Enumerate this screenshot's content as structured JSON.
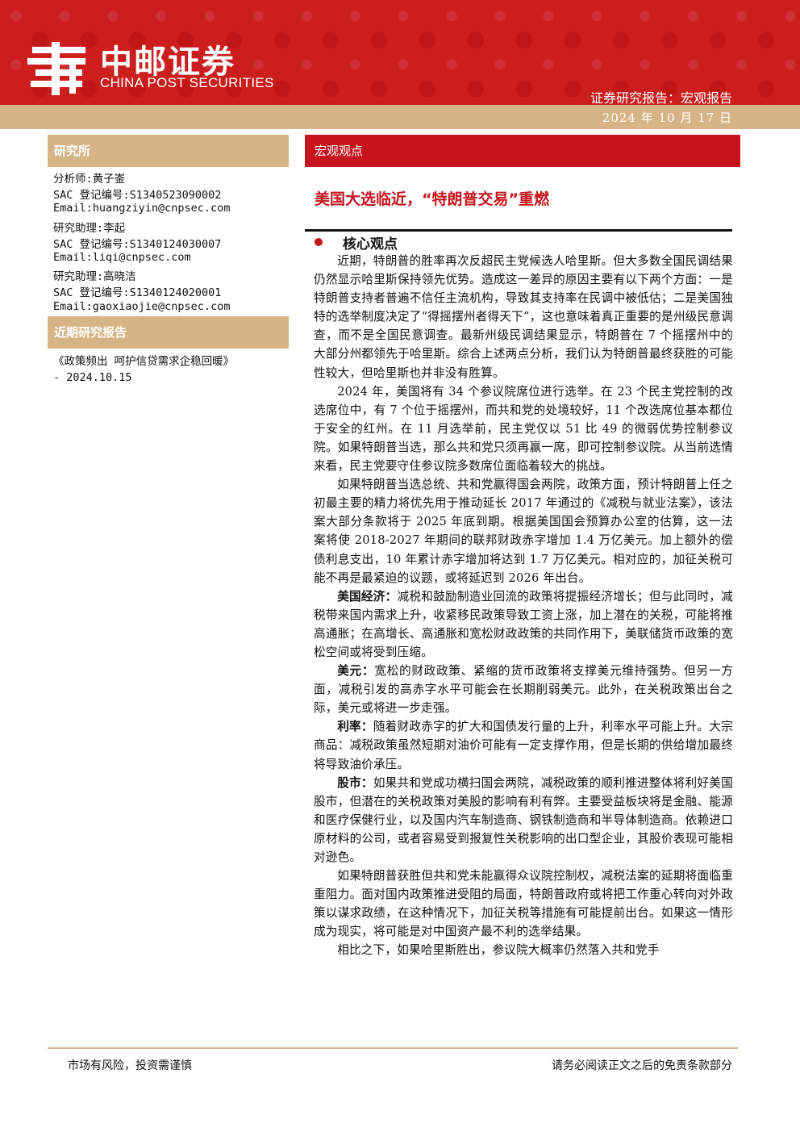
{
  "header": {
    "logo_cn": "中邮证券",
    "logo_en": "CHINA POST SECURITIES",
    "report_type": "证券研究报告：宏观报告",
    "date": "2024 年 10 月 17 日",
    "colors": {
      "brand_red": "#cd1e1e",
      "tan": "#d7b486",
      "title_red": "#c8141c"
    }
  },
  "sidebar": {
    "institute_title": "研究所",
    "analysts": [
      "分析师:黄子崟",
      "SAC 登记编号:S1340523090002",
      "Email:huangziyin@cnpsec.com",
      "研究助理:李起",
      "SAC 登记编号:S1340124030007",
      "Email:liqi@cnpsec.com",
      "研究助理:高晓洁",
      "SAC 登记编号:S1340124020001",
      "Email:gaoxiaojie@cnpsec.com"
    ],
    "recent_title": "近期研究报告",
    "recent_reports": [
      "《政策频出 呵护信贷需求企稳回暖》",
      "- 2024.10.15"
    ]
  },
  "main": {
    "section_label": "宏观观点",
    "title": "美国大选临近，“特朗普交易”重燃",
    "core_heading": "核心观点",
    "paragraphs": [
      {
        "lead": "",
        "text": "近期，特朗普的胜率再次反超民主党候选人哈里斯。但大多数全国民调结果仍然显示哈里斯保持领先优势。造成这一差异的原因主要有以下两个方面：一是特朗普支持者普遍不信任主流机构，导致其支持率在民调中被低估；二是美国独特的选举制度决定了“得摇摆州者得天下”，这也意味着真正重要的是州级民意调查，而不是全国民意调查。最新州级民调结果显示，特朗普在 7 个摇摆州中的大部分州都领先于哈里斯。综合上述两点分析，我们认为特朗普最终获胜的可能性较大，但哈里斯也并非没有胜算。"
      },
      {
        "lead": "",
        "text": "2024 年，美国将有 34 个参议院席位进行选举。在 23 个民主党控制的改选席位中，有 7 个位于摇摆州，而共和党的处境较好，11 个改选席位基本都位于安全的红州。在 11 月选举前，民主党仅以 51 比 49 的微弱优势控制参议院。如果特朗普当选，那么共和党只须再赢一席，即可控制参议院。从当前选情来看，民主党要守住参议院多数席位面临着较大的挑战。"
      },
      {
        "lead": "",
        "text": "如果特朗普当选总统、共和党赢得国会两院，政策方面，预计特朗普上任之初最主要的精力将优先用于推动延长 2017 年通过的《减税与就业法案》，该法案大部分条款将于 2025 年底到期。根据美国国会预算办公室的估算，这一法案将使 2018-2027 年期间的联邦财政赤字增加 1.4 万亿美元。加上额外的偿债利息支出，10 年累计赤字增加将达到 1.7 万亿美元。相对应的，加征关税可能不再是最紧迫的议题，或将延迟到 2026 年出台。"
      },
      {
        "lead": "美国经济：",
        "text": "减税和鼓励制造业回流的政策将提振经济增长；但与此同时，减税带来国内需求上升，收紧移民政策导致工资上涨，加上潜在的关税，可能将推高通胀；在高增长、高通胀和宽松财政政策的共同作用下，美联储货币政策的宽松空间或将受到压缩。"
      },
      {
        "lead": "美元：",
        "text": "宽松的财政政策、紧缩的货币政策将支撑美元维持强势。但另一方面，减税引发的高赤字水平可能会在长期削弱美元。此外，在关税政策出台之际，美元或将进一步走强。"
      },
      {
        "lead": "利率：",
        "text": "随着财政赤字的扩大和国债发行量的上升，利率水平可能上升。大宗商品：减税政策虽然短期对油价可能有一定支撑作用，但是长期的供给增加最终将导致油价承压。"
      },
      {
        "lead": "股市：",
        "text": "如果共和党成功横扫国会两院，减税政策的顺利推进整体将利好美国股市，但潜在的关税政策对美股的影响有利有弊。主要受益板块将是金融、能源和医疗保健行业，以及国内汽车制造商、钢铁制造商和半导体制造商。依赖进口原材料的公司，或者容易受到报复性关税影响的出口型企业，其股价表现可能相对逊色。"
      },
      {
        "lead": "",
        "text": "如果特朗普获胜但共和党未能赢得众议院控制权，减税法案的延期将面临重重阻力。面对国内政策推进受阻的局面，特朗普政府或将把工作重心转向对外政策以谋求政绩，在这种情况下，加征关税等措施有可能提前出台。如果这一情形成为现实，将可能是对中国资产最不利的选举结果。"
      },
      {
        "lead": "",
        "text": "相比之下，如果哈里斯胜出，参议院大概率仍然落入共和党手"
      }
    ]
  },
  "footer": {
    "left": "市场有风险，投资需谨慎",
    "right": "请务必阅读正文之后的免责条款部分"
  }
}
